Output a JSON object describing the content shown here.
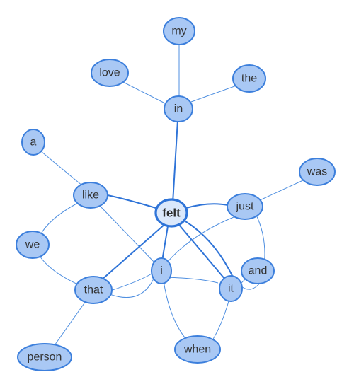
{
  "graph": {
    "center": "felt",
    "nodes": {
      "felt": "felt",
      "in": "in",
      "my": "my",
      "love": "love",
      "the": "the",
      "a": "a",
      "like": "like",
      "just": "just",
      "was": "was",
      "we": "we",
      "i": "i",
      "and": "and",
      "that": "that",
      "it": "it",
      "person": "person",
      "when": "when"
    },
    "edges": [
      [
        "felt",
        "in"
      ],
      [
        "felt",
        "like"
      ],
      [
        "felt",
        "just"
      ],
      [
        "felt",
        "that"
      ],
      [
        "felt",
        "i"
      ],
      [
        "felt",
        "it"
      ],
      [
        "in",
        "my"
      ],
      [
        "in",
        "love"
      ],
      [
        "in",
        "the"
      ],
      [
        "like",
        "a"
      ],
      [
        "like",
        "we"
      ],
      [
        "like",
        "i"
      ],
      [
        "just",
        "was"
      ],
      [
        "just",
        "i"
      ],
      [
        "just",
        "it"
      ],
      [
        "that",
        "we"
      ],
      [
        "that",
        "person"
      ],
      [
        "that",
        "i"
      ],
      [
        "that",
        "it"
      ],
      [
        "i",
        "when"
      ],
      [
        "it",
        "when"
      ],
      [
        "it",
        "and"
      ],
      [
        "i",
        "it"
      ]
    ]
  }
}
